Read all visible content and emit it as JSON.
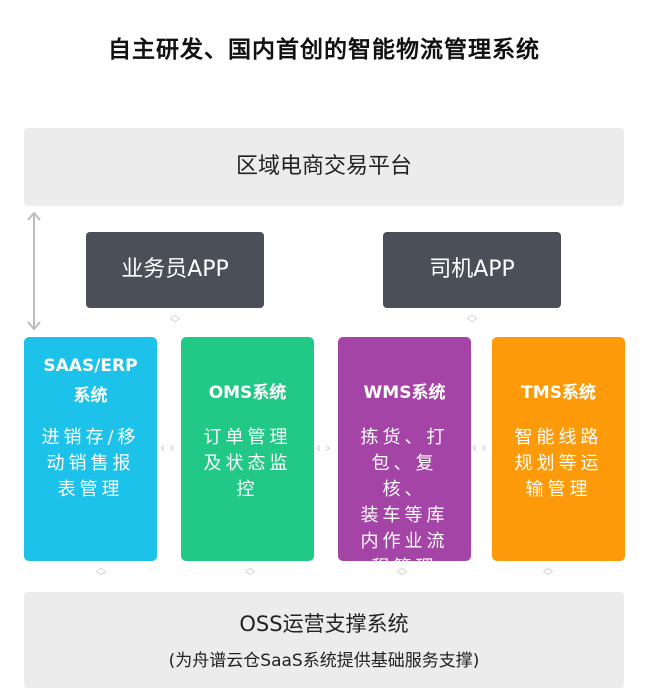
{
  "title": "自主研发、国内首创的智能物流管理系统",
  "top_band": "区域电商交易平台",
  "apps": [
    {
      "label": "业务员APP"
    },
    {
      "label": "司机APP"
    }
  ],
  "systems": [
    {
      "name": "SAAS/ERP\n系统",
      "desc": "进销存/移\n动销售报\n表管理",
      "color": "#1cc2ea"
    },
    {
      "name": "OMS系统",
      "desc": "订单管理\n及状态监\n控",
      "color": "#22c986"
    },
    {
      "name": "WMS系统",
      "desc": "拣货、打\n包、复核、\n装车等库\n内作业流\n程管理",
      "color": "#a544a7"
    },
    {
      "name": "TMS系统",
      "desc": "智能线路\n规划等运\n输管理",
      "color": "#fc9a0a"
    }
  ],
  "bottom_band": {
    "line1": "OSS运营支撑系统",
    "line2": "(为舟谱云仓SaaS系统提供基础服务支撑)"
  }
}
